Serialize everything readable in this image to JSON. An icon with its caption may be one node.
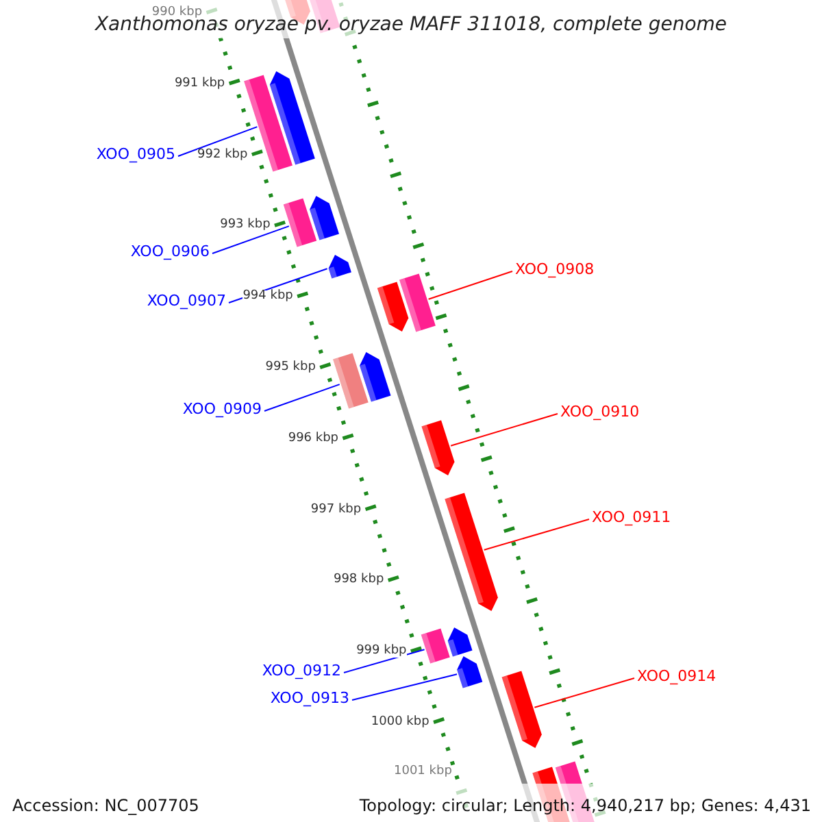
{
  "diagram": {
    "title": "Xanthomonas oryzae pv. oryzae MAFF 311018, complete genome",
    "nodes": [
      {
        "text": [
          "XOO_0905"
        ]
      },
      {
        "text": [
          "XOO_0906"
        ]
      },
      {
        "text": [
          "XOO_0907"
        ]
      },
      {
        "text": [
          "XOO_0908"
        ]
      },
      {
        "text": [
          "XOO_0909"
        ]
      },
      {
        "text": [
          "XOO_0910"
        ]
      },
      {
        "text": [
          "XOO_0911"
        ]
      },
      {
        "text": [
          "XOO_0912"
        ]
      },
      {
        "text": [
          "XOO_0913"
        ]
      },
      {
        "text": [
          "XOO_0914"
        ]
      },
      {
        "text": [],
        "shape": "pentagon"
      },
      {
        "text": [],
        "shape": "bar"
      },
      {
        "text": [],
        "shape": "bar"
      },
      {
        "text": [],
        "shape": "pentagon"
      },
      {
        "text": [],
        "shape": "bar"
      },
      {
        "text": [],
        "shape": "pentagon"
      },
      {
        "text": [],
        "shape": "pentagon"
      },
      {
        "text": [],
        "shape": "pentagon"
      },
      {
        "text": [],
        "shape": "bar"
      },
      {
        "text": [],
        "shape": "bar"
      },
      {
        "text": [],
        "shape": "pentagon"
      },
      {
        "text": [],
        "shape": "pentagon"
      },
      {
        "text": [],
        "shape": "pentagon"
      },
      {
        "text": [],
        "shape": "bar"
      },
      {
        "text": [],
        "shape": "pentagon"
      },
      {
        "text": [],
        "shape": "pentagon"
      },
      {
        "text": [],
        "shape": "pentagon"
      },
      {
        "text": [],
        "shape": "pentagon"
      },
      {
        "text": [],
        "shape": "bar"
      }
    ],
    "edges": [
      {
        "from": 0,
        "to": 12,
        "arrow": "none"
      },
      {
        "from": 1,
        "to": 14,
        "arrow": "none"
      },
      {
        "from": 2,
        "to": 16,
        "arrow": "none"
      },
      {
        "from": 3,
        "to": 18,
        "arrow": "none",
        "color": "#ff0000"
      },
      {
        "from": 4,
        "to": 19,
        "arrow": "none"
      },
      {
        "from": 5,
        "to": 21,
        "arrow": "none",
        "color": "#ff0000"
      },
      {
        "from": 6,
        "to": 22,
        "arrow": "none",
        "color": "#ff0000"
      },
      {
        "from": 7,
        "to": 23,
        "arrow": "none"
      },
      {
        "from": 8,
        "to": 25,
        "arrow": "none"
      },
      {
        "from": 9,
        "to": 26,
        "arrow": "none",
        "color": "#ff0000"
      }
    ],
    "labels": [
      "990 kbp",
      "991 kbp",
      "992 kbp",
      "993 kbp",
      "994 kbp",
      "995 kbp",
      "996 kbp",
      "997 kbp",
      "998 kbp",
      "999 kbp",
      "1000 kbp",
      "1001 kbp",
      "Accession: NC_007705",
      "Topology: circular; Length: 4,940,217 bp; Genes: 4,431"
    ]
  }
}
